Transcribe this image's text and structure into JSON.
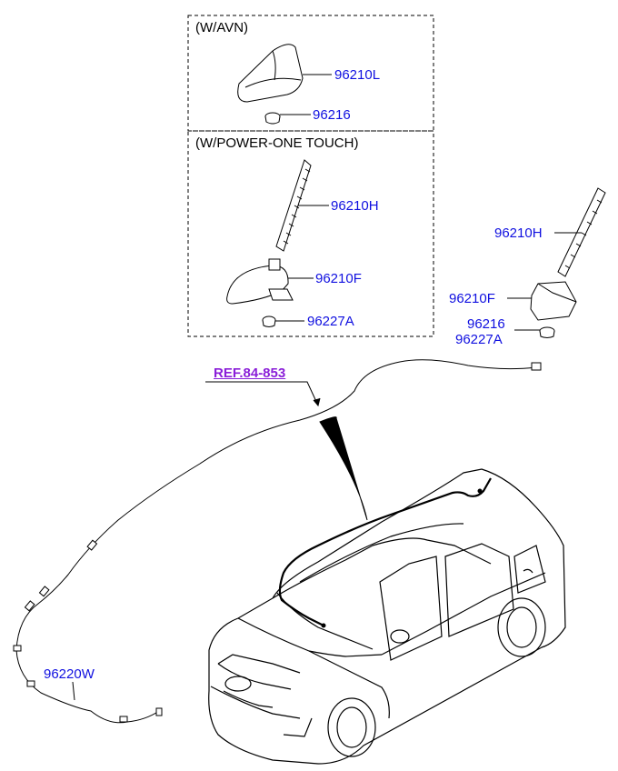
{
  "variants": {
    "avn_header": "(W/AVN)",
    "power_header": "(W/POWER-ONE TOUCH)"
  },
  "parts": {
    "shark_antenna_avn": "96210L",
    "grommet_avn": "96216",
    "rod_antenna_power": "96210H",
    "base_power": "96210F",
    "grommet_power": "96227A",
    "rod_antenna_std": "96210H",
    "base_std": "96210F",
    "grommet_std_1": "96216",
    "grommet_std_2": "96227A",
    "feeder_cable": "96220W"
  },
  "reference": "REF.84-853",
  "colors": {
    "part_label": "#1010e0",
    "reference_label": "#8a1fd8",
    "line_art": "#000000"
  }
}
